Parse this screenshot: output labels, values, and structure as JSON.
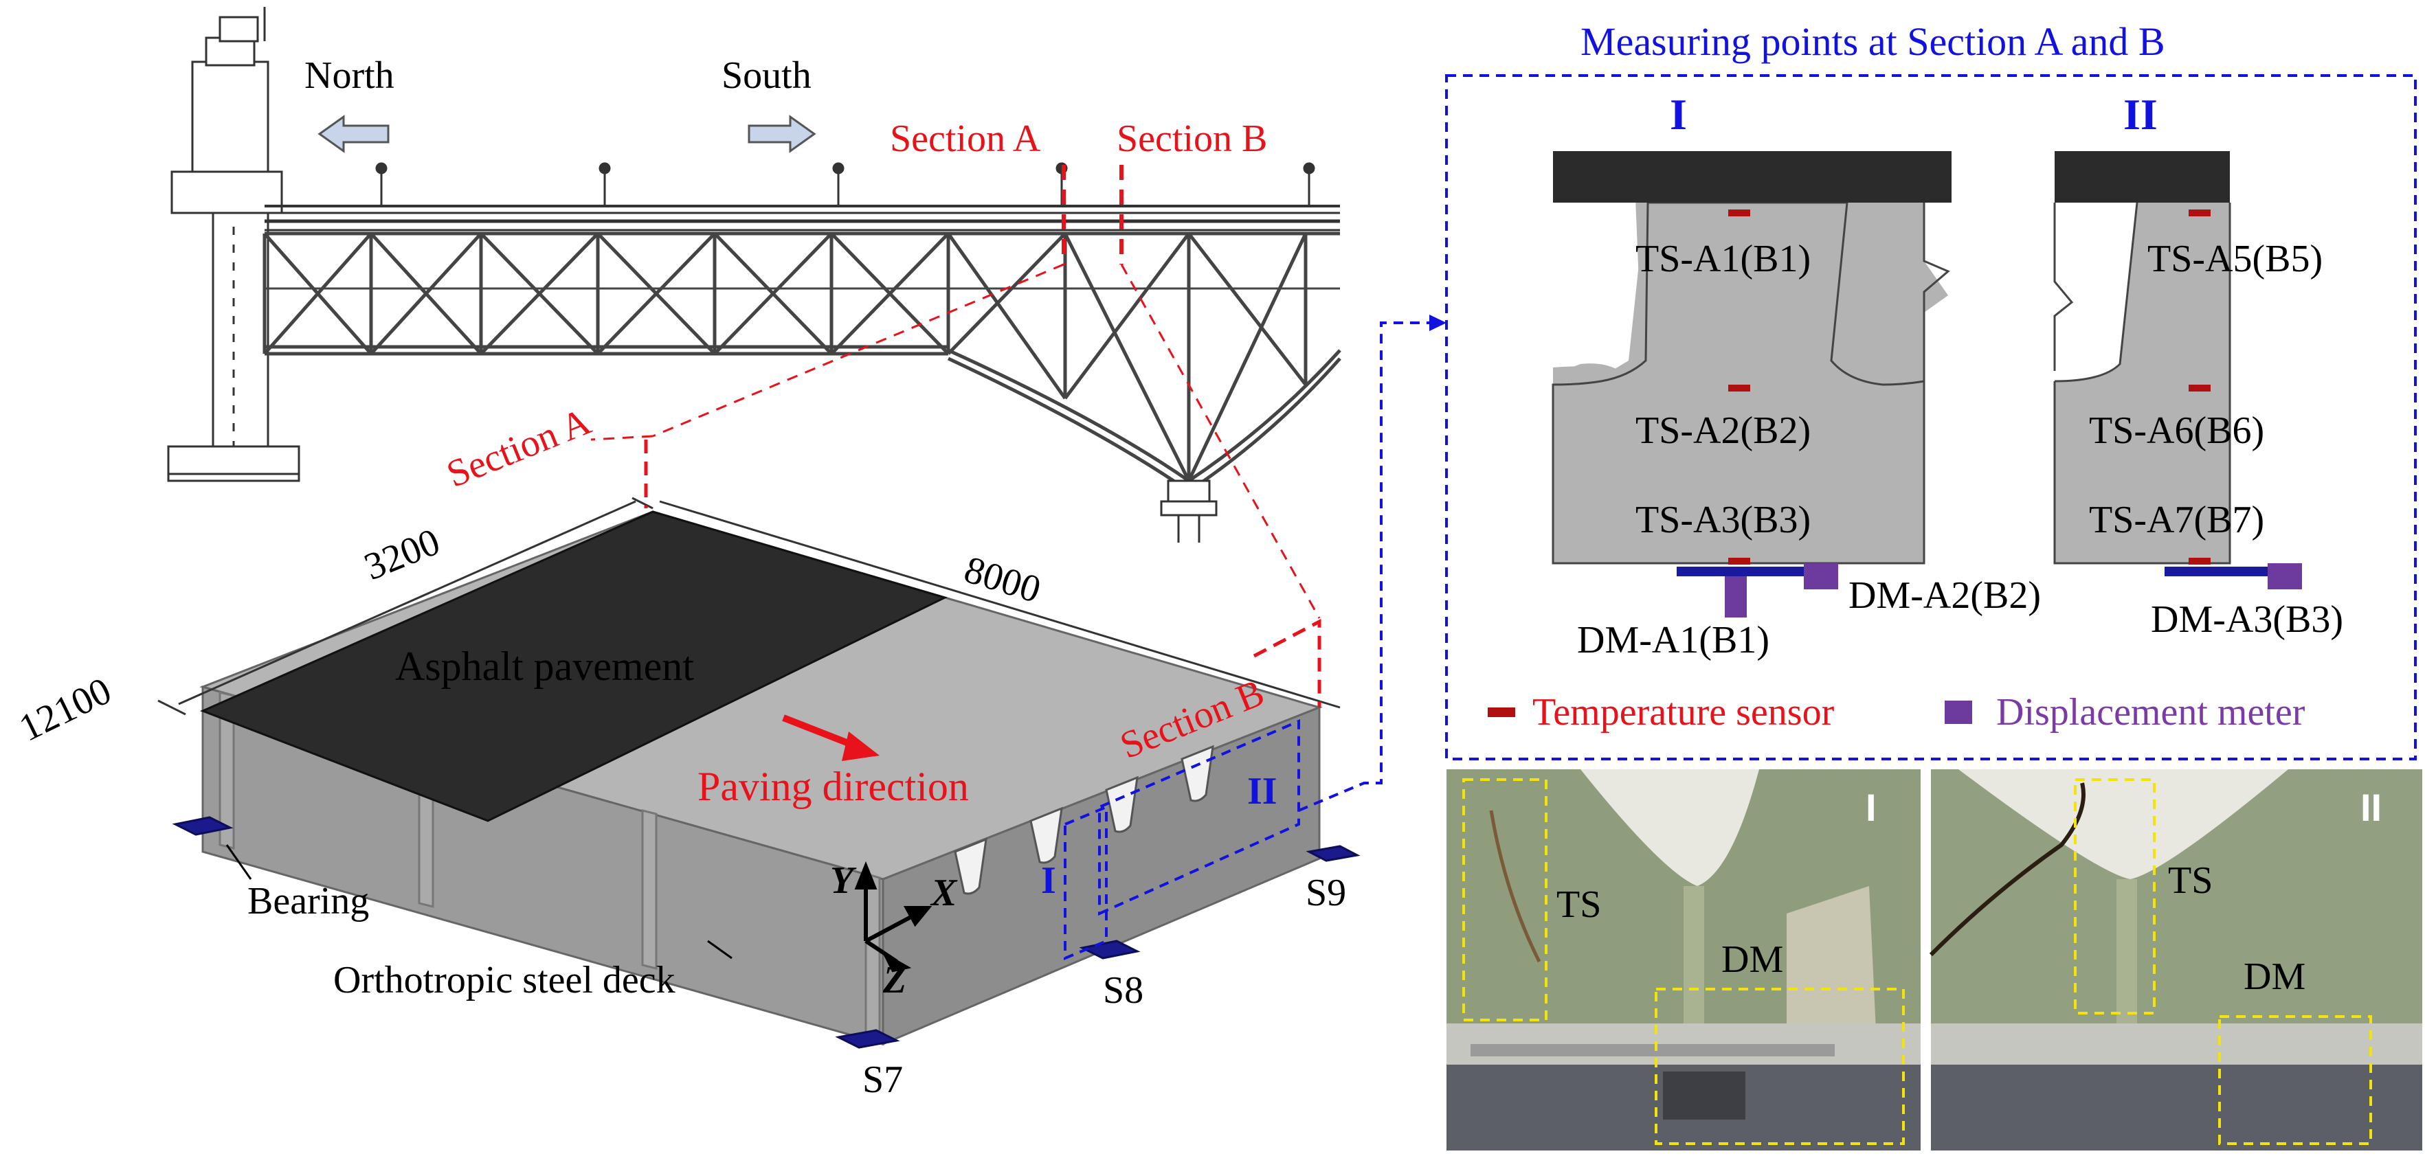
{
  "bridge": {
    "north_label": "North",
    "south_label": "South",
    "section_a_label": "Section A",
    "section_b_label": "Section B"
  },
  "deck_model": {
    "section_a_label": "Section A",
    "section_b_label": "Section B",
    "dim_width": "3200",
    "dim_length": "8000",
    "dim_total": "12100",
    "asphalt_label": "Asphalt pavement",
    "paving_label": "Paving direction",
    "bearing_label": "Bearing",
    "deck_label": "Orthotropic steel deck",
    "support_s7": "S7",
    "support_s8": "S8",
    "support_s9": "S9",
    "axis_y": "Y",
    "axis_x": "X",
    "axis_z": "Z",
    "region_1": "I",
    "region_2": "II"
  },
  "measuring_panel": {
    "title": "Measuring points at Section A and B",
    "section_1": "I",
    "section_2": "II",
    "ts_a1": "TS-A1(B1)",
    "ts_a2": "TS-A2(B2)",
    "ts_a3": "TS-A3(B3)",
    "ts_a5": "TS-A5(B5)",
    "ts_a6": "TS-A6(B6)",
    "ts_a7": "TS-A7(B7)",
    "dm_a1": "DM-A1(B1)",
    "dm_a2": "DM-A2(B2)",
    "dm_a3": "DM-A3(B3)",
    "legend_temp": "Temperature sensor",
    "legend_disp": "Displacement meter"
  },
  "photos": {
    "photo1_region": "I",
    "photo1_ts": "TS",
    "photo1_dm": "DM",
    "photo2_region": "II",
    "photo2_ts": "TS",
    "photo2_dm": "DM"
  },
  "colors": {
    "annotation_red": "#e8121b",
    "annotation_blue": "#1212e0",
    "temperature_sensor": "#b01010",
    "displacement_meter": "#6d3a9e",
    "asphalt": "#2b2b2b",
    "steel": "#a3a3a3"
  }
}
